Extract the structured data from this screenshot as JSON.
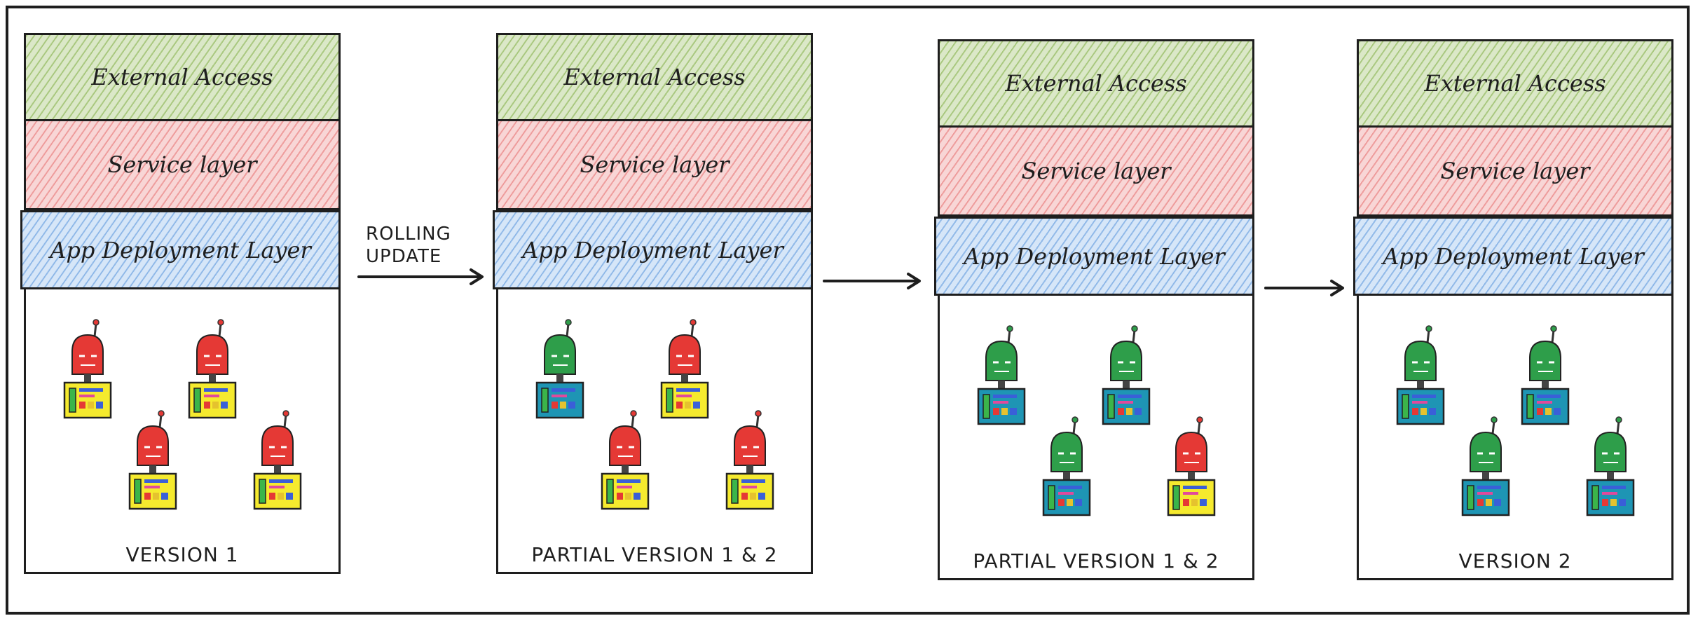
{
  "colors": {
    "external_access": "#b5d78a",
    "service_layer": "#f4a6a6",
    "app_deployment": "#a7c8f0",
    "robot_v1_head": "#e53935",
    "robot_v1_body": "#f5ea2e",
    "robot_v2_head": "#2e9e4a",
    "robot_v2_body": "#1e95b4"
  },
  "panels": [
    {
      "external_label": "External Access",
      "service_label": "Service layer",
      "app_label": "App Deployment Layer",
      "caption": "VERSION 1",
      "pods": [
        "v1",
        "v1",
        "v1",
        "v1"
      ]
    },
    {
      "external_label": "External Access",
      "service_label": "Service layer",
      "app_label": "App Deployment Layer",
      "caption": "PARTIAL VERSION 1 & 2",
      "pods": [
        "v2",
        "v1",
        "v1",
        "v1"
      ]
    },
    {
      "external_label": "External Access",
      "service_label": "Service layer",
      "app_label": "App Deployment Layer",
      "caption": "PARTIAL VERSION 1 & 2",
      "pods": [
        "v2",
        "v2",
        "v2",
        "v1"
      ]
    },
    {
      "external_label": "External Access",
      "service_label": "Service layer",
      "app_label": "App Deployment Layer",
      "caption": "VERSION 2",
      "pods": [
        "v2",
        "v2",
        "v2",
        "v2"
      ]
    }
  ],
  "arrows": [
    {
      "label_line1": "ROLLING",
      "label_line2": "UPDATE"
    },
    {
      "label_line1": "",
      "label_line2": ""
    },
    {
      "label_line1": "",
      "label_line2": ""
    }
  ]
}
